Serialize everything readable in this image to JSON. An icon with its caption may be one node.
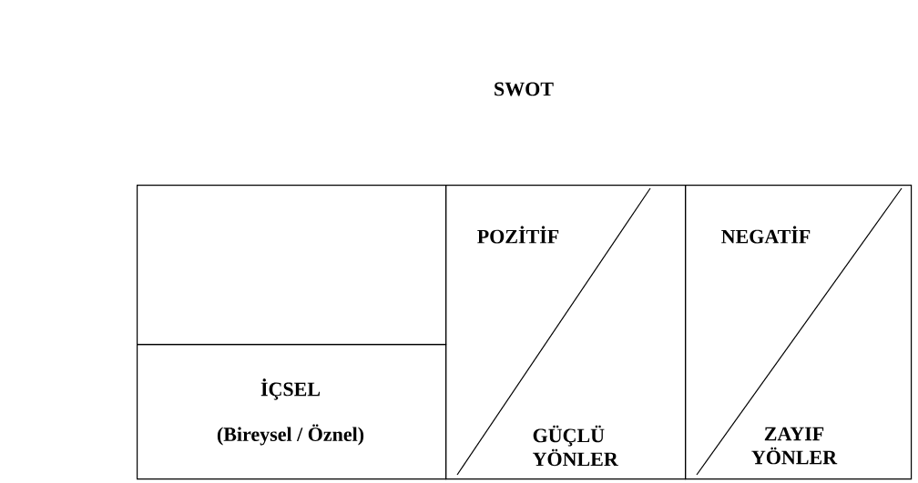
{
  "diagram": {
    "title": "SWOT",
    "nodes": [
      {
        "text": [],
        "shape": "box"
      },
      {
        "text": [
          "İÇSEL",
          "(Bireysel / Öznel)"
        ]
      },
      {
        "text": [
          "POZİTİF",
          "GÜÇLÜ YÖNLER"
        ]
      },
      {
        "text": [
          "NEGATİF",
          "ZAYIF YÖNLER"
        ]
      }
    ]
  }
}
